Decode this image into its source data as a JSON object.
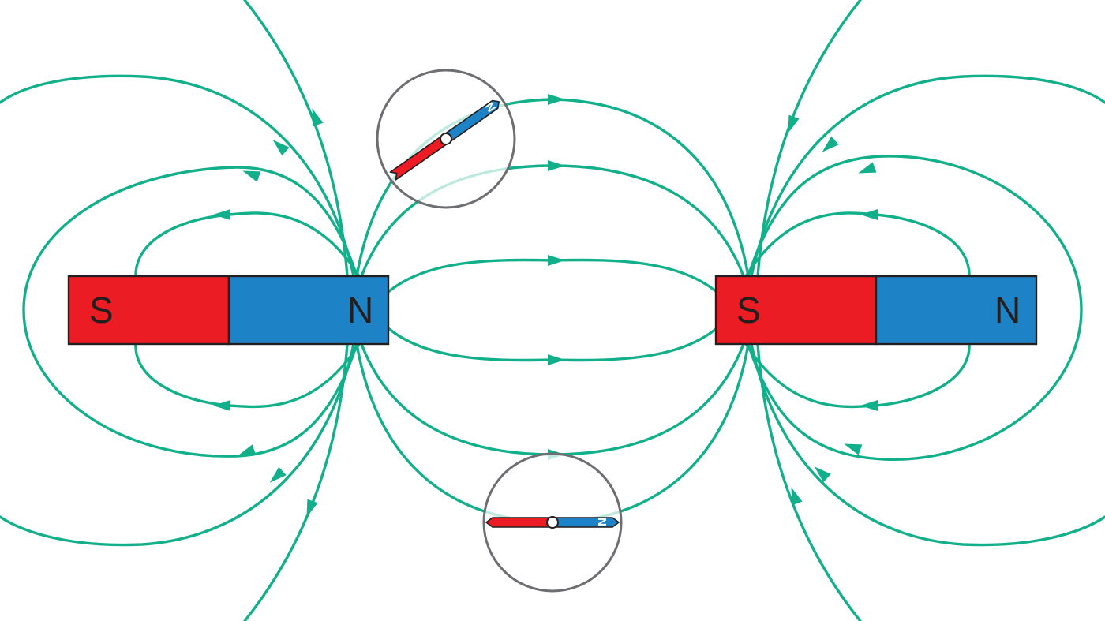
{
  "magnets": [
    {
      "south_label": "S",
      "north_label": "N"
    },
    {
      "south_label": "S",
      "north_label": "N"
    }
  ],
  "compasses": [
    {
      "needle_label": "N"
    },
    {
      "needle_label": "N"
    }
  ],
  "colors": {
    "field_line": "#12b08a",
    "south_pole": "#ec1c24",
    "north_pole": "#1e83c6",
    "outline": "#231f20",
    "compass_ring": "#6d6e71"
  }
}
